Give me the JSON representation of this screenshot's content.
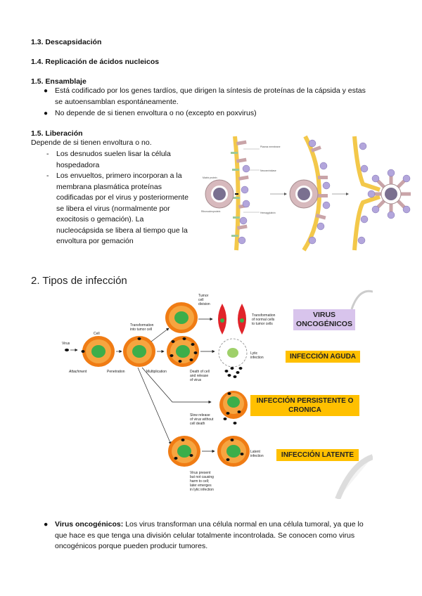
{
  "sections": {
    "s13": "1.3. Descapsidación",
    "s14": "1.4. Replicación de ácidos nucleicos",
    "s15a": "1.5. Ensamblaje",
    "s15a_bullets": [
      "Está codificado por los genes tardíos, que dirigen la síntesis de proteínas de la cápsida y estas",
      "se autoensamblan espontáneamente.",
      "No depende de si tienen envoltura o no (excepto en poxvirus)"
    ],
    "s15b": "1.5. Liberación",
    "s15b_intro": "Depende de si tienen envoltura o no.",
    "s15b_dash1": [
      "Los desnudos suelen lisar la célula",
      "hospedadora"
    ],
    "s15b_dash2": [
      "Los envueltos, primero incorporan a la",
      "membrana plasmática proteínas",
      "codificadas por el virus y posteriormente",
      "se libera el virus (normalmente por",
      "exocitosis o gemación). La",
      "nucleocápsida se libera al tiempo que la",
      "envoltura por gemación"
    ],
    "bullet_char": "●",
    "dash_char": "-"
  },
  "budding_figure": {
    "labels": {
      "plasma_membrane": "Plasma membrane",
      "neuraminidase": "Neuraminidase",
      "matrix_protein": "Matrix protein",
      "ribonucleoprotein": "Ribonucleoprotein",
      "hemagglutinin": "Hemagglutinin"
    }
  },
  "section2": {
    "title": "2. Tipos de infección"
  },
  "infection_figure": {
    "labels": {
      "virus": "Virus",
      "cell": "Cell",
      "attachment": "Attachment",
      "penetration": "Penetration",
      "multiplication": "Multiplication",
      "transformation": [
        "Transformation",
        "into tumor cell"
      ],
      "tumor_division": [
        "Tumor",
        "cell",
        "division"
      ],
      "transformation_normal": [
        "Transformation",
        "of normal cells",
        "to tumor cells"
      ],
      "death": [
        "Death of cell",
        "and release",
        "of virus"
      ],
      "lytic": [
        "Lytic",
        "infection"
      ],
      "slow_release": [
        "Slow release",
        "of virus without",
        "cell death"
      ],
      "latent": [
        "Latent",
        "infection"
      ],
      "virus_present": [
        "Virus present",
        "but not causing",
        "harm to cell;",
        "later emerges",
        "in lytic infection"
      ]
    },
    "tags": {
      "oncogenic": [
        "VIRUS",
        "ONCOGÉNICOS"
      ],
      "acute": "INFECCIÓN AGUDA",
      "persistent": [
        "INFECCIÓN PERSISTENTE O",
        "CRONICA"
      ],
      "latent": "INFECCIÓN LATENTE"
    },
    "colors": {
      "oncogenic_tag": "#d8c4ec",
      "infection_tag": "#ffc000",
      "cell_orange": "#f07c14",
      "nucleus_green": "#3cae4a",
      "tumor_red": "#e0242a"
    }
  },
  "bottom": {
    "bold": "Virus oncogénicos:",
    "lines": [
      " Los virus transforman una célula normal en una célula tumoral, ya que lo",
      "que hace es que tenga una división celular totalmente incontrolada. Se conocen como virus",
      "oncogénicos porque pueden producir tumores."
    ]
  }
}
